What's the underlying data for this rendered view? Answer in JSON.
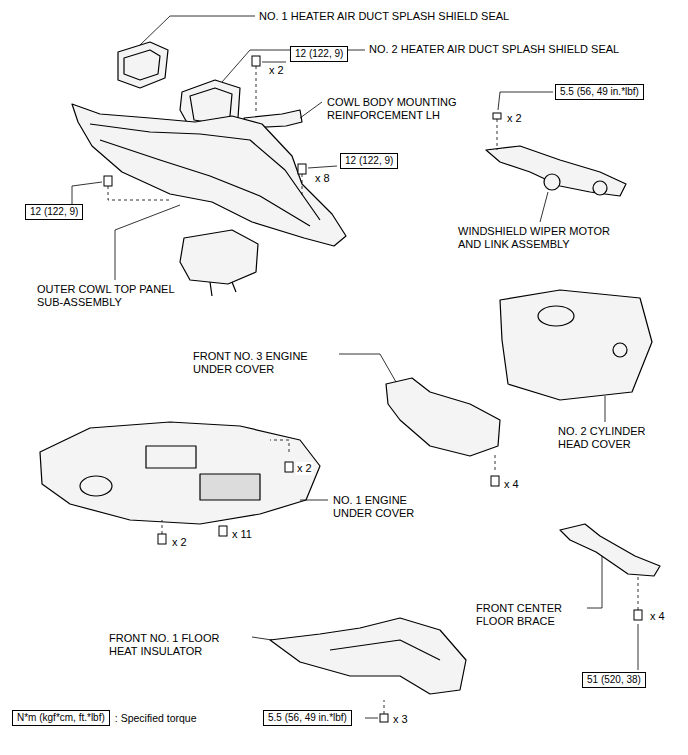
{
  "diagram": {
    "nodes": [
      {
        "text": [
          "12 (122, 9)"
        ]
      },
      {
        "text": [
          "5.5 (56, 49 in.*lbf)"
        ]
      },
      {
        "text": [
          "12 (122, 9)"
        ]
      },
      {
        "text": [
          "12 (122, 9)"
        ]
      },
      {
        "text": [
          "51 (520, 38)"
        ]
      },
      {
        "text": [
          "N*m (kgf*cm, ft.*lbf)",
          ": Specified torque"
        ]
      },
      {
        "text": [
          "5.5 (56, 49 in.*lbf)"
        ]
      }
    ],
    "labels": [
      "NO. 1 HEATER AIR DUCT SPLASH SHIELD SEAL",
      "NO. 2 HEATER AIR DUCT SPLASH SHIELD SEAL",
      "x 2",
      "COWL BODY MOUNTING REINFORCEMENT LH",
      "x 2",
      "x 8",
      "WINDSHIELD WIPER MOTOR AND LINK ASSEMBLY",
      "OUTER COWL TOP PANEL SUB-ASSEMBLY",
      "FRONT NO. 3 ENGINE UNDER COVER",
      "NO. 2 CYLINDER HEAD COVER",
      "x 2",
      "x 4",
      "NO. 1 ENGINE UNDER COVER",
      "x 2",
      "x 11",
      "FRONT CENTER FLOOR BRACE",
      "x 4",
      "FRONT NO. 1 FLOOR HEAT INSULATOR",
      "x 3"
    ]
  }
}
